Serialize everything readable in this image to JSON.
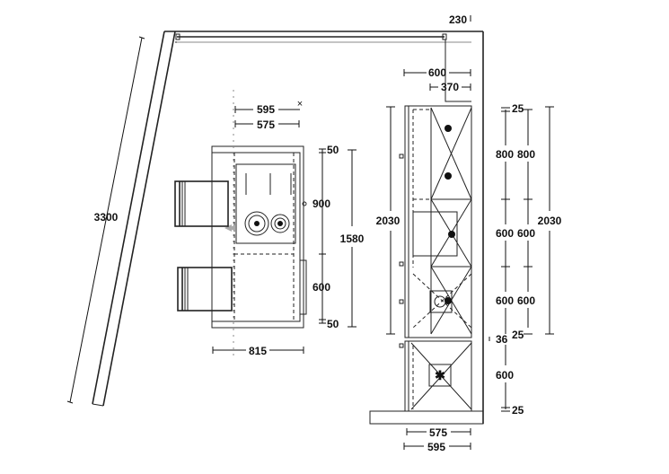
{
  "title": "Kitchen floor plan",
  "dimensions": {
    "room_diagonal": "3300",
    "wall_gap_top": "230",
    "tall_depth_600": "600",
    "tall_offset_370": "370",
    "island_width_595": "595",
    "island_width_575": "575",
    "island_depth_815": "815",
    "island_top_50": "50",
    "island_900": "900",
    "island_600": "600",
    "island_bottom_50": "50",
    "island_total_1580": "1580",
    "tall_height_left_2030": "2030",
    "tall_height_right_2030": "2030",
    "col1": [
      "25",
      "800",
      "600",
      "600"
    ],
    "col2": [
      "25",
      "800",
      "600",
      "600",
      "25"
    ],
    "gap_36": "36",
    "fridge_600": "600",
    "fridge_bottom_25": "25",
    "bottom_575": "575",
    "bottom_595": "595"
  }
}
